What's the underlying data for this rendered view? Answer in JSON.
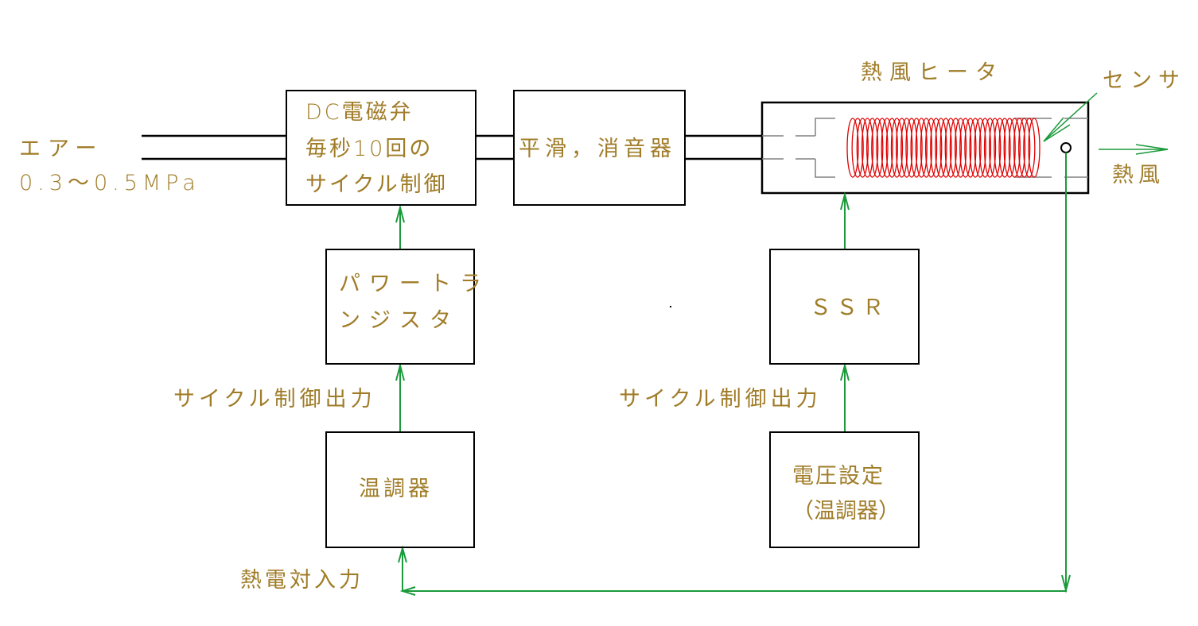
{
  "colors": {
    "text": "#a07c28",
    "box_stroke": "#000000",
    "signal": "#1a9a3a",
    "heater_coil": "#e00000",
    "duct": "#808080"
  },
  "air_input": {
    "line1": "エアー",
    "line2": "0.3～0.5MPa"
  },
  "blocks": {
    "valve": {
      "line1": "DC電磁弁",
      "line2": "毎秒10回の",
      "line3": "サイクル制御"
    },
    "smoother": {
      "label": "平滑，消音器"
    },
    "heater": {
      "title": "熱風ヒータ"
    },
    "power_transistor": {
      "line1": "パワートラ",
      "line2": "ンジスタ"
    },
    "ssr": {
      "label": "ＳＳＲ"
    },
    "temp_controller": {
      "label": "温調器"
    },
    "voltage_setting": {
      "line1": "電圧設定",
      "line2": "（温調器）"
    }
  },
  "labels": {
    "sensor": "センサ",
    "hot_air": "熱風",
    "cycle_output_left": "サイクル制御出力",
    "cycle_output_right": "サイクル制御出力",
    "thermocouple_input": "熱電対入力"
  }
}
